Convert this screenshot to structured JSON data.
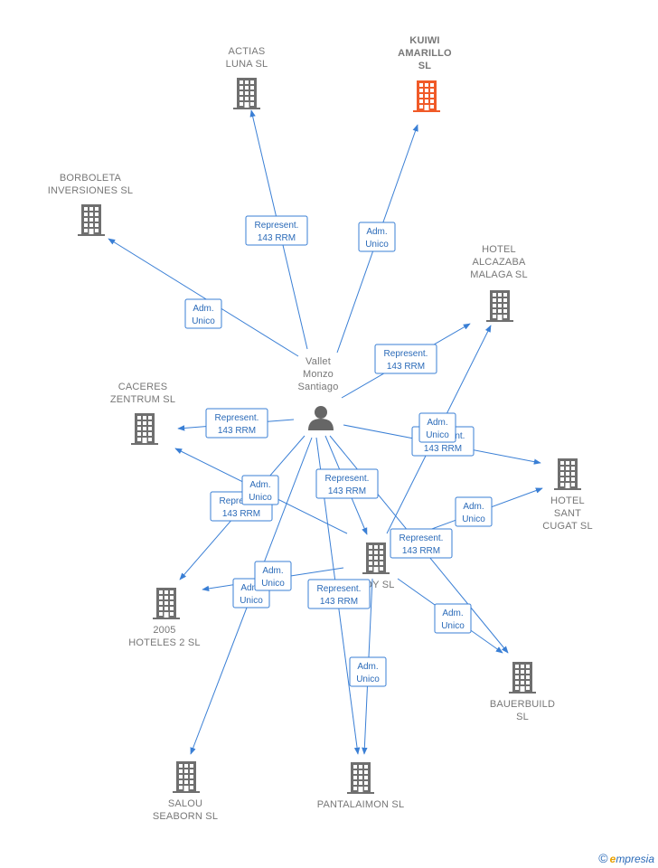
{
  "colors": {
    "edge": "#3a7fd5",
    "company": "#6f6f6f",
    "company_highlight": "#f05a28",
    "person": "#666666",
    "label_text": "#777777",
    "relation_text": "#2a6ab8"
  },
  "person": {
    "id": "vallet",
    "lines": [
      "Vallet",
      "Monzo",
      "Santiago"
    ],
    "icon": "person-icon"
  },
  "companies": [
    {
      "id": "actias",
      "lines": [
        "ACTIAS",
        "LUNA  SL"
      ],
      "highlight": false,
      "icon": "building-icon"
    },
    {
      "id": "kuiwi",
      "lines": [
        "KUIWI",
        "AMARILLO",
        "SL"
      ],
      "highlight": true,
      "icon": "building-icon"
    },
    {
      "id": "borboleta",
      "lines": [
        "BORBOLETA",
        "INVERSIONES SL"
      ],
      "highlight": false,
      "icon": "building-icon"
    },
    {
      "id": "alcazaba",
      "lines": [
        "HOTEL",
        "ALCAZABA",
        "MALAGA  SL"
      ],
      "highlight": false,
      "icon": "building-icon"
    },
    {
      "id": "caceres",
      "lines": [
        "CACERES",
        "ZENTRUM  SL"
      ],
      "highlight": false,
      "icon": "building-icon"
    },
    {
      "id": "santcugat",
      "lines": [
        "HOTEL",
        "SANT",
        "CUGAT SL"
      ],
      "highlight": false,
      "icon": "building-icon"
    },
    {
      "id": "oy",
      "lines": [
        "OY  SL"
      ],
      "highlight": false,
      "icon": "building-icon"
    },
    {
      "id": "hoteles2005",
      "lines": [
        "2005",
        "HOTELES 2 SL"
      ],
      "highlight": false,
      "icon": "building-icon"
    },
    {
      "id": "bauerbuild",
      "lines": [
        "BAUERBUILD",
        "SL"
      ],
      "highlight": false,
      "icon": "building-icon"
    },
    {
      "id": "salou",
      "lines": [
        "SALOU",
        "SEABORN  SL"
      ],
      "highlight": false,
      "icon": "building-icon"
    },
    {
      "id": "pantalaimon",
      "lines": [
        "PANTALAIMON SL"
      ],
      "highlight": false,
      "icon": "building-icon"
    }
  ],
  "relations": [
    {
      "from": "vallet",
      "to": "actias",
      "lines": [
        "Represent.",
        "143 RRM"
      ]
    },
    {
      "from": "vallet",
      "to": "kuiwi",
      "lines": [
        "Adm.",
        "Unico"
      ]
    },
    {
      "from": "vallet",
      "to": "borboleta",
      "lines": [
        "Adm.",
        "Unico"
      ]
    },
    {
      "from": "vallet",
      "to": "alcazaba",
      "lines": [
        "Represent.",
        "143 RRM"
      ]
    },
    {
      "from": "vallet",
      "to": "caceres",
      "lines": [
        "Represent.",
        "143 RRM"
      ]
    },
    {
      "from": "vallet",
      "to": "santcugat",
      "lines": [
        "Represent.",
        "143 RRM"
      ]
    },
    {
      "from": "vallet",
      "to": "oy",
      "lines": [
        "Represent.",
        "143 RRM"
      ]
    },
    {
      "from": "vallet",
      "to": "hoteles2005",
      "lines": [
        "Represent.",
        "143 RRM"
      ]
    },
    {
      "from": "vallet",
      "to": "salou",
      "lines": [
        "Adm.",
        "Unico"
      ]
    },
    {
      "from": "vallet",
      "to": "pantalaimon",
      "lines": [
        "Represent.",
        "143 RRM"
      ]
    },
    {
      "from": "vallet",
      "to": "bauerbuild",
      "lines": [
        "Represent.",
        "143 RRM"
      ]
    },
    {
      "from": "oy",
      "to": "alcazaba",
      "lines": [
        "Adm.",
        "Unico"
      ]
    },
    {
      "from": "oy",
      "to": "caceres",
      "lines": [
        "Adm.",
        "Unico"
      ]
    },
    {
      "from": "oy",
      "to": "santcugat",
      "lines": [
        "Adm.",
        "Unico"
      ]
    },
    {
      "from": "oy",
      "to": "hoteles2005",
      "lines": [
        "Adm.",
        "Unico"
      ]
    },
    {
      "from": "oy",
      "to": "pantalaimon",
      "lines": [
        "Adm.",
        "Unico"
      ]
    },
    {
      "from": "oy",
      "to": "bauerbuild",
      "lines": [
        "Adm.",
        "Unico"
      ]
    }
  ],
  "brand": {
    "copyright": "©",
    "initial": "e",
    "rest": "mpresia"
  }
}
